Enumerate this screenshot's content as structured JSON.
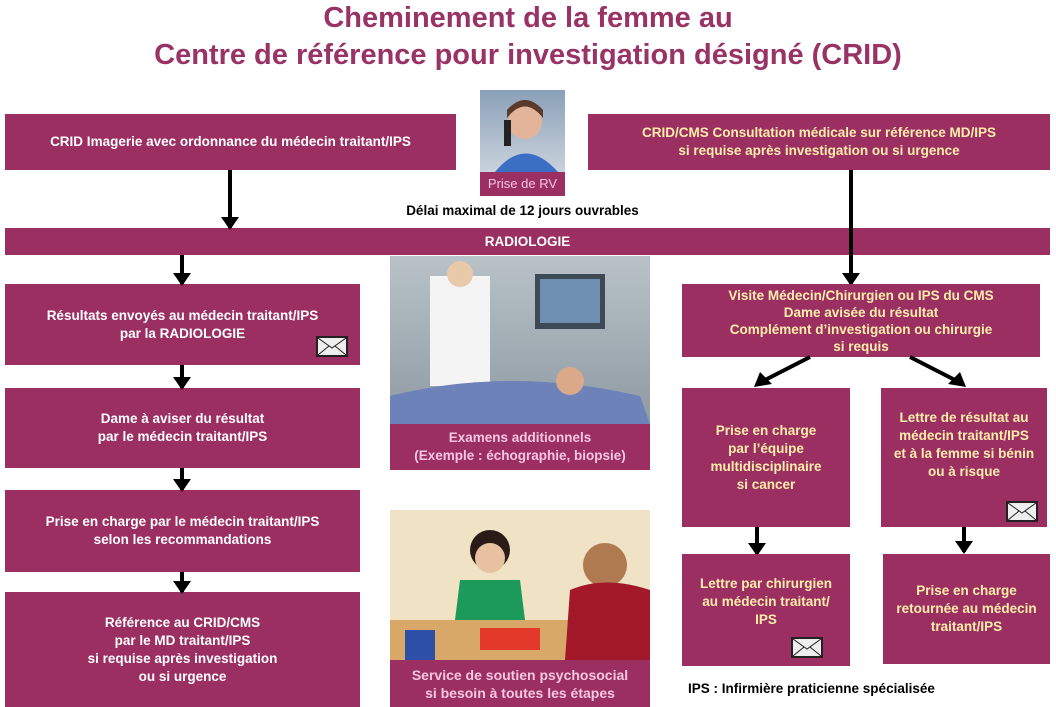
{
  "title": {
    "line1": "Cheminement de la femme au",
    "line2": "Centre de référence pour investigation désigné (CRID)"
  },
  "top_left": "CRID Imagerie avec ordonnance du médecin traitant/IPS",
  "top_right": "CRID/CMS Consultation médicale sur référence MD/IPS\nsi requise après investigation ou si urgence",
  "photo_rv_caption": "Prise de RV",
  "delay": "Délai maximal de 12 jours ouvrables",
  "radiology": "RADIOLOGIE",
  "left_steps": [
    "Résultats envoyés au médecin traitant/IPS\npar la RADIOLOGIE",
    "Dame à aviser du résultat\npar le médecin traitant/IPS",
    "Prise en charge par le médecin traitant/IPS\nselon les recommandations",
    "Référence au CRID/CMS\npar le MD traitant/IPS\nsi requise après investigation\nou si urgence"
  ],
  "exam_caption": "Examens additionnels\n(Exemple : échographie, biopsie)",
  "support_caption": "Service de soutien psychosocial\nsi besoin à toutes les étapes",
  "right_visit": "Visite Médecin/Chirurgien ou IPS du CMS\nDame avisée du résultat\nComplément d’investigation ou chirurgie\nsi requis",
  "right_cancer": "Prise en charge\npar l’équipe\nmultidisciplinaire\nsi cancer",
  "right_benign": "Lettre de résultat au\nmédecin traitant/IPS\net à la femme si bénin\nou à risque",
  "right_letter_surgeon": "Lettre par chirurgien\nau médecin traitant/\nIPS",
  "right_return": "Prise en charge\nretournée au médecin\ntraitant/IPS",
  "footnote": "IPS : Infirmière praticienne spécialisée",
  "colors": {
    "box": "#9b2f62",
    "title": "#993366",
    "yellow_text": "#ffeeaa",
    "pink_text": "#f7c6e0"
  }
}
